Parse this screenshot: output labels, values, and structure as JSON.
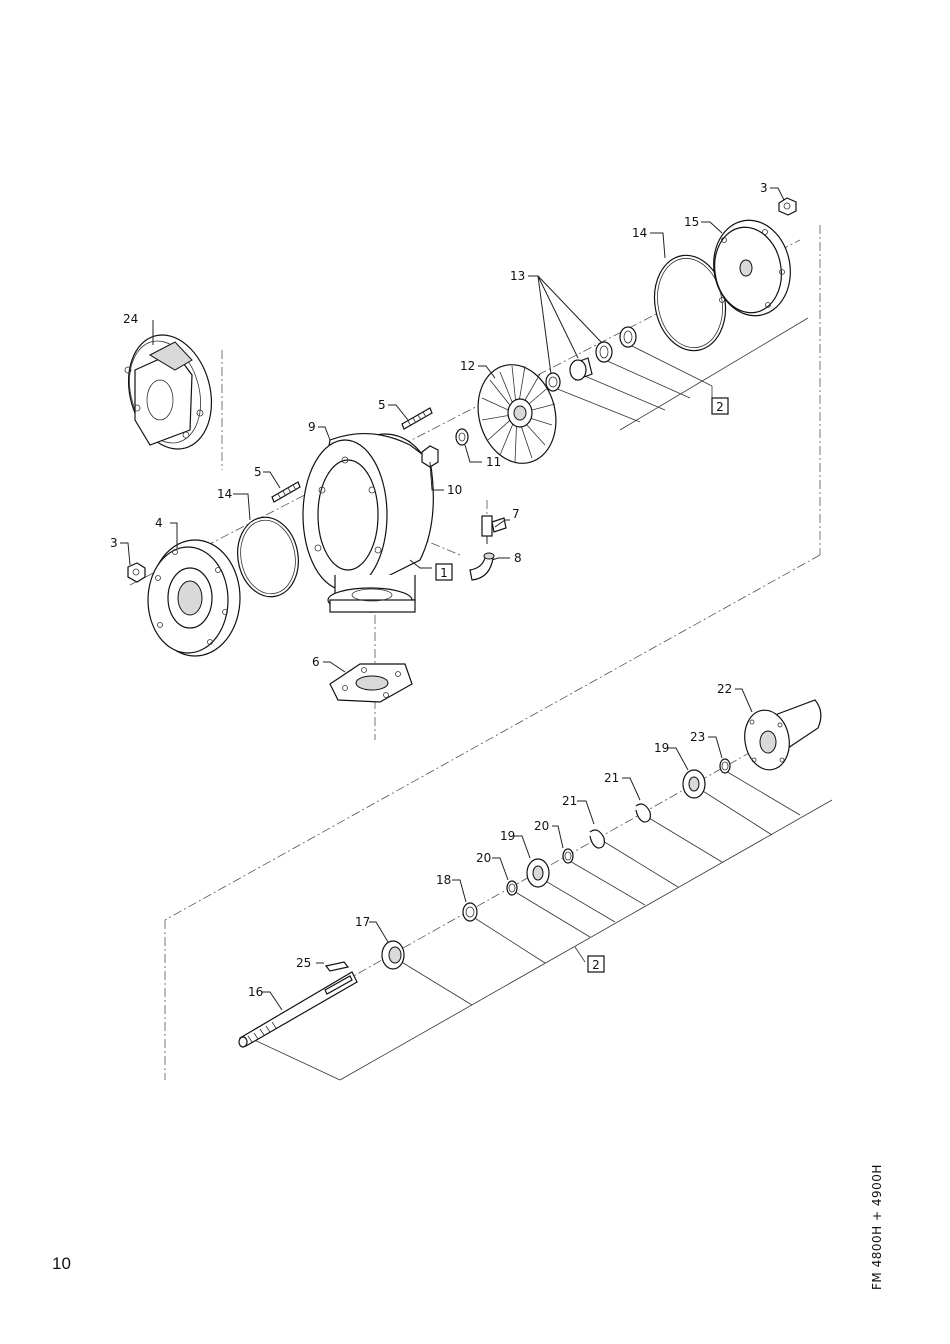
{
  "page_number": "10",
  "model_code": "FM 4800H + 4900H",
  "callouts": {
    "p1": "1",
    "p2a": "2",
    "p2b": "2",
    "p3a": "3",
    "p3b": "3",
    "p4": "4",
    "p5a": "5",
    "p5b": "5",
    "p6": "6",
    "p7": "7",
    "p8": "8",
    "p9": "9",
    "p10": "10",
    "p11": "11",
    "p12": "12",
    "p13": "13",
    "p14a": "14",
    "p14b": "14",
    "p15": "15",
    "p16": "16",
    "p17": "17",
    "p18": "18",
    "p19a": "19",
    "p19b": "19",
    "p20a": "20",
    "p20b": "20",
    "p21a": "21",
    "p21b": "21",
    "p22": "22",
    "p23": "23",
    "p24": "24",
    "p25": "25"
  }
}
